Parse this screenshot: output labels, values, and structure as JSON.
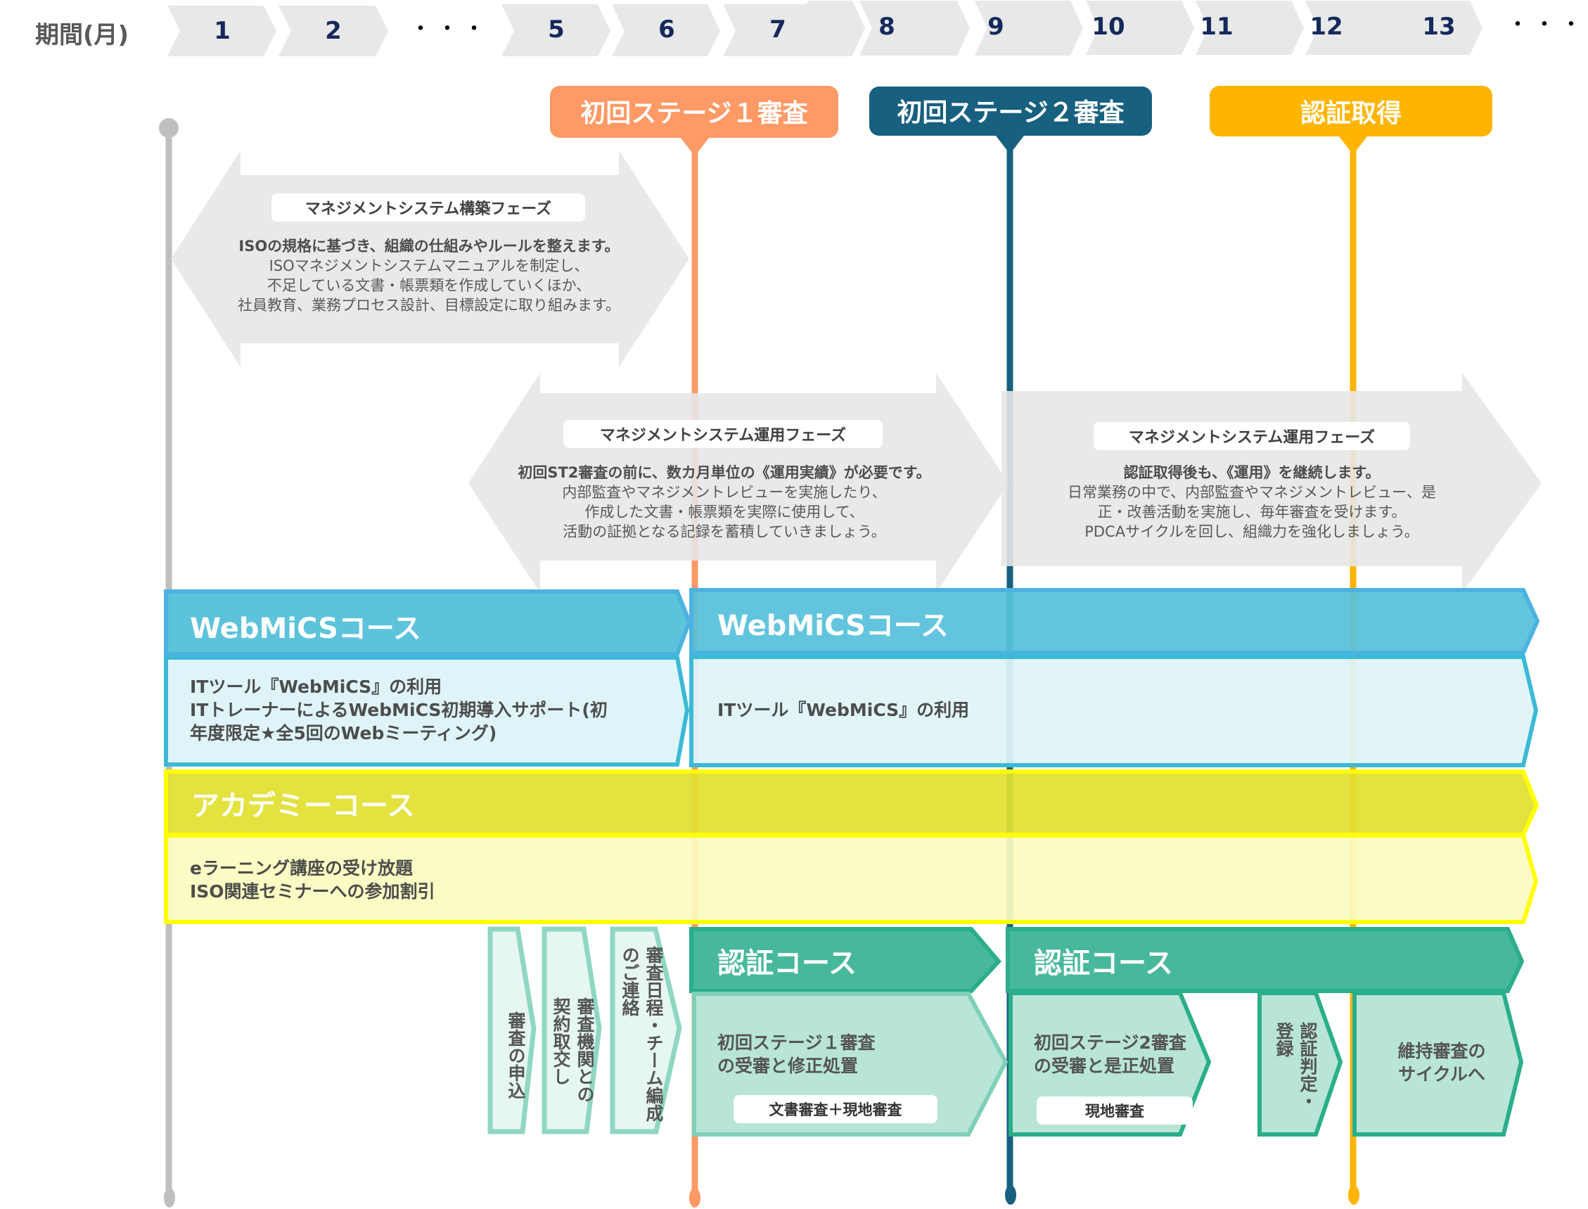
{
  "timeline": {
    "period_label": "期間(月)",
    "months": [
      "1",
      "2",
      "・・・",
      "5",
      "6",
      "7",
      "8",
      "9",
      "10",
      "11",
      "12",
      "13",
      "・・・"
    ]
  },
  "milestones": [
    {
      "label": "初回ステージ１審査",
      "color": "#ff9966"
    },
    {
      "label": "初回ステージ２審査",
      "color": "#17607f"
    },
    {
      "label": "認証取得",
      "color": "#ffb500"
    }
  ],
  "phases": {
    "build": {
      "title": "マネジメントシステム構築フェーズ",
      "lead": "ISOの規格に基づき、組織の仕組みやルールを整えます。",
      "lines": [
        "ISOマネジメントシステムマニュアルを制定し、",
        "不足している文書・帳票類を作成していくほか、",
        "社員教育、業務プロセス設計、目標設定に取り組みます。"
      ]
    },
    "operate_pre": {
      "title": "マネジメントシステム運用フェーズ",
      "lead": "初回ST2審査の前に、数カ月単位の《運用実績》が必要です。",
      "lines": [
        "内部監査やマネジメントレビューを実施したり、",
        "作成した文書・帳票類を実際に使用して、",
        "活動の証拠となる記録を蓄積していきましょう。"
      ]
    },
    "operate_post": {
      "title": "マネジメントシステム運用フェーズ",
      "lead": "認証取得後も、《運用》を継続します。",
      "lines": [
        "日常業務の中で、内部監査やマネジメントレビュー、是",
        "正・改善活動を実施し、毎年審査を受けます。",
        "PDCAサイクルを回し、組織力を強化しましょう。"
      ]
    }
  },
  "courses": {
    "webmics_first": {
      "title": "WebMiCSコース",
      "desc": [
        "ITツール『WebMiCS』の利用",
        "ITトレーナーによるWebMiCS初期導入サポート(初",
        "年度限定★全5回のWebミーティング)"
      ]
    },
    "webmics_later": {
      "title": "WebMiCSコース",
      "desc": [
        "ITツール『WebMiCS』の利用"
      ]
    },
    "academy": {
      "title": "アカデミーコース",
      "desc": [
        "eラーニング講座の受け放題",
        "ISO関連セミナーへの参加割引"
      ]
    },
    "cert_first": {
      "title": "認証コース"
    },
    "cert_second": {
      "title": "認証コース"
    }
  },
  "pre_steps": [
    "審査の申込",
    "審査機関との\n契約取交し",
    "審査日程・チーム編成\nのご連絡"
  ],
  "cert_steps": {
    "stage1": {
      "text": [
        "初回ステージ１審査",
        "の受審と修正処置"
      ],
      "tag": "文書審査＋現地審査"
    },
    "stage2": {
      "text": [
        "初回ステージ2審査",
        "の受審と是正処置"
      ],
      "tag": "現地審査"
    },
    "registration": {
      "text": "認証判定・\n登録"
    },
    "maintenance": {
      "text": [
        "維持審査の",
        "サイクルへ"
      ]
    }
  },
  "colors": {
    "start_line": "#bfbfbf",
    "webmics_header": "#57c1da",
    "webmics_body": "#dff4f8",
    "academy_header": "#e2e030",
    "academy_body": "#fbfbbf",
    "academy_border": "#ffff00",
    "cert_header": "#48b89c",
    "cert_body": "#b8e5d8",
    "cert_border": "#2bae8a",
    "phase_bg": "#e7e7e7",
    "month_bg": "#e8e8e8"
  }
}
